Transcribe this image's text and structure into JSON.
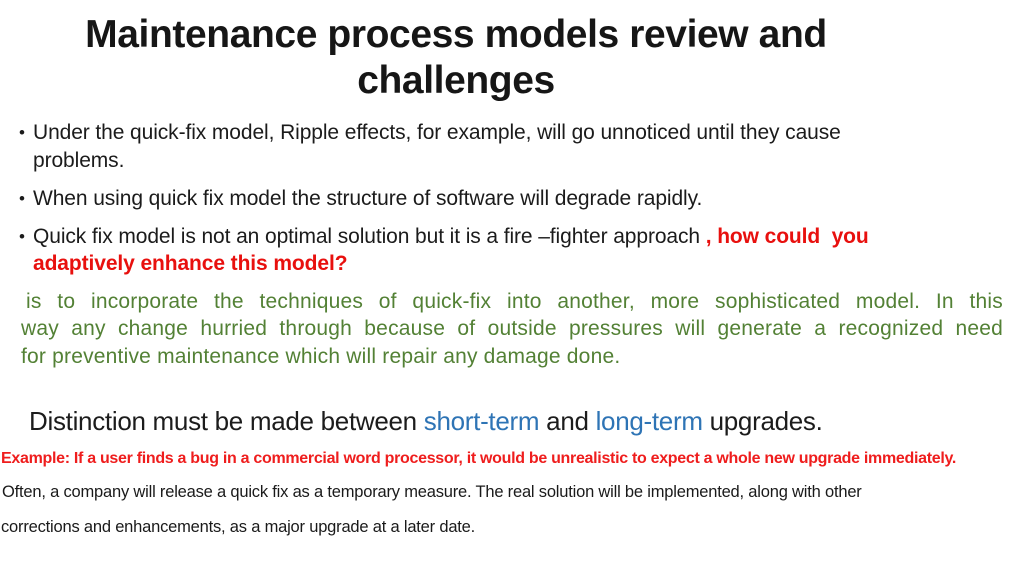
{
  "title": {
    "line1": "Maintenance process models review and",
    "line2": "challenges"
  },
  "bullets": {
    "bullet_char": "•",
    "b1_line1": "Under the quick-fix model, Ripple effects, for example, will go unnoticed until they cause",
    "b1_line2": "problems.",
    "b2_line1": "When using quick fix model the structure of software will degrade rapidly.",
    "b3_line1_black": "Quick fix model is not an optimal solution but it is a fire –fighter approach ",
    "b3_line1_red": ", how could  you",
    "b3_line2_red": "adaptively enhance this model?"
  },
  "green_paragraph": {
    "line1": "is to incorporate the techniques of quick-fix into another, more sophisticated model. In this",
    "line2": "way any change hurried through because of outside pressures will generate a recognized need",
    "line3": "for preventive maintenance which will repair any damage done."
  },
  "distinction": {
    "part1": "Distinction must be made between ",
    "short_term": "short-term",
    "part2": " and ",
    "long_term": "long-term",
    "part3": " upgrades."
  },
  "example_line": "Example: If a user finds a bug in a commercial word processor, it would be unrealistic to expect a whole new upgrade immediately.",
  "footer": {
    "line1": "Often, a company will release a quick fix as a temporary measure. The real solution will be implemented, along with other",
    "line2": "corrections and enhancements, as a major upgrade at a later date."
  },
  "colors": {
    "text": "#1b1b1b",
    "title": "#161616",
    "red_bold": "#e8100e",
    "red_example": "#ef1d1d",
    "green": "#538135",
    "blue": "#2e74b5",
    "background": "#ffffff"
  }
}
